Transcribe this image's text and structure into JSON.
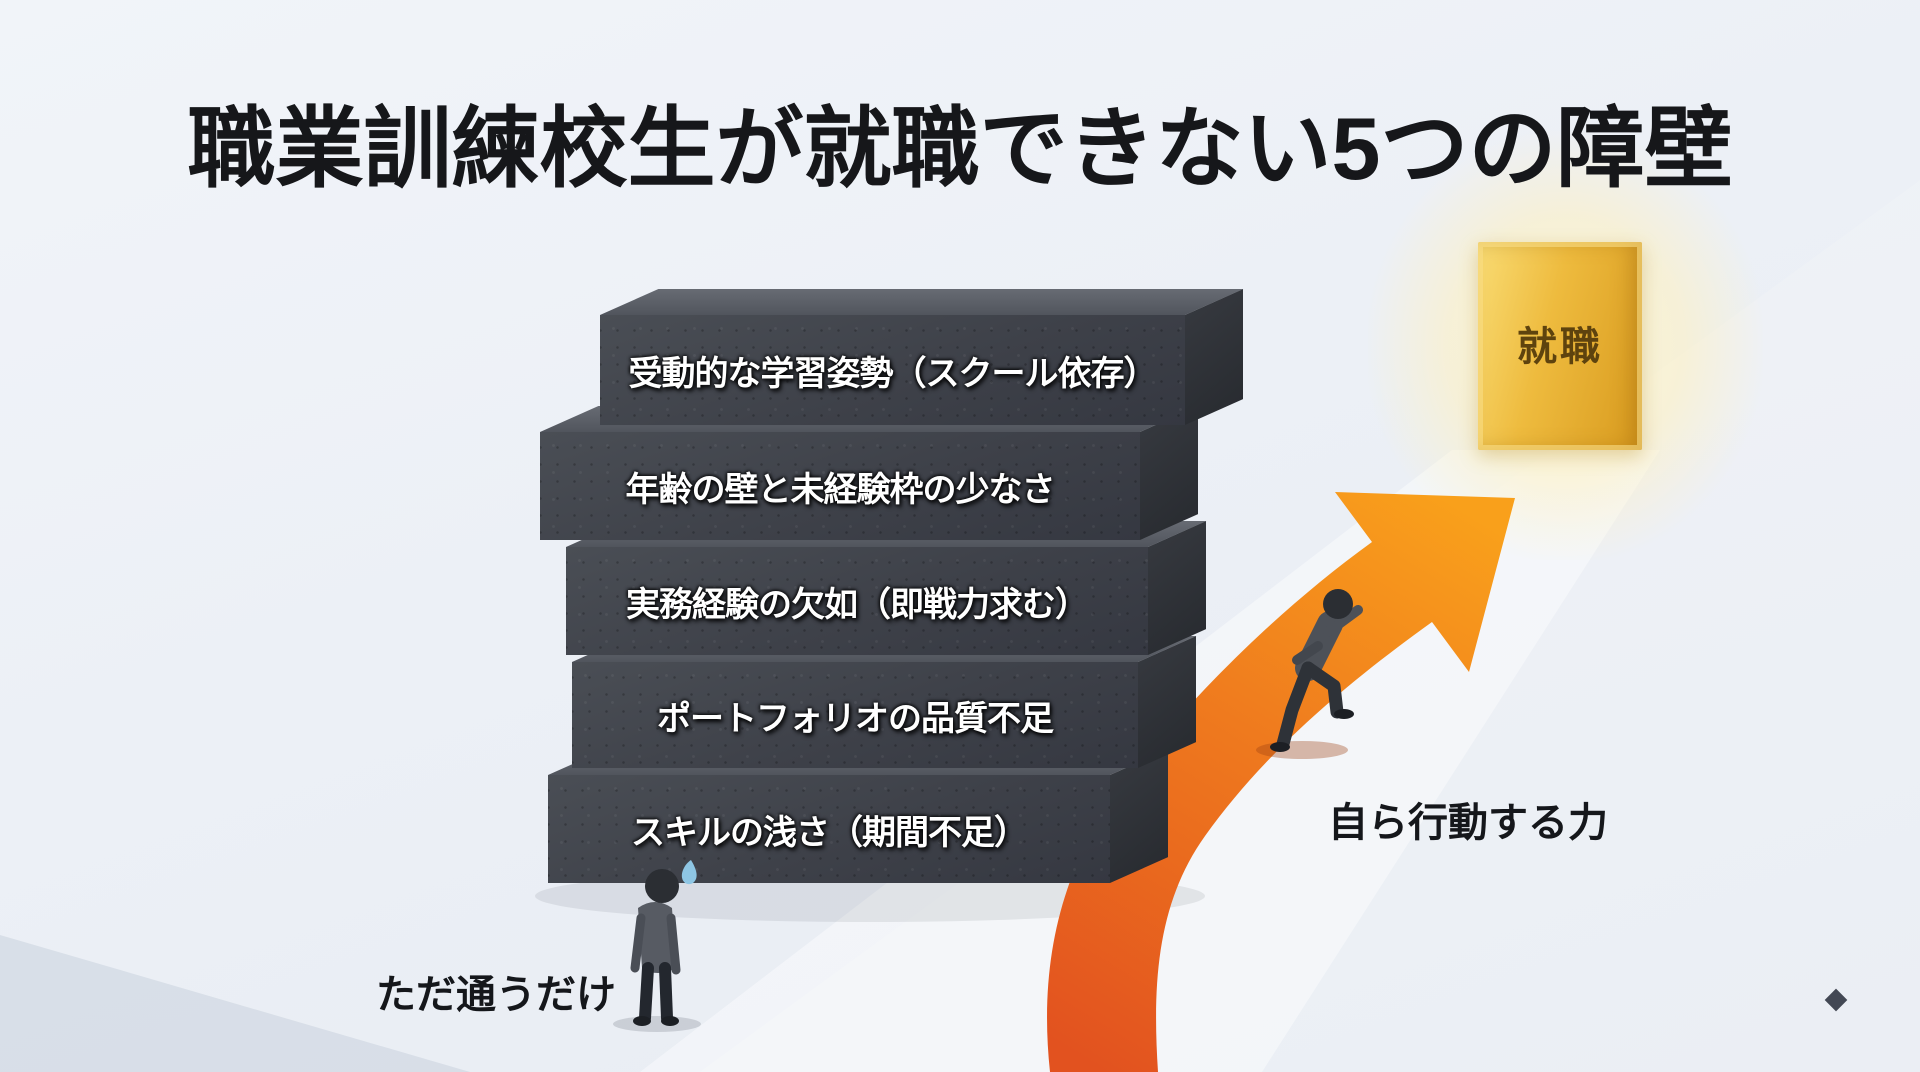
{
  "title": "職業訓練校生が就職できない5つの障壁",
  "barriers": [
    {
      "label": "受動的な学習姿勢（スクール依存）"
    },
    {
      "label": "年齢の壁と未経験枠の少なさ"
    },
    {
      "label": "実務経験の欠如（即戦力求む）"
    },
    {
      "label": "ポートフォリオの品質不足"
    },
    {
      "label": "スキルの浅さ（期間不足）"
    }
  ],
  "door": {
    "label": "就職"
  },
  "labels": {
    "passive": "ただ通うだけ",
    "active": "自ら行動する力"
  },
  "colors": {
    "background": "#eef1f6",
    "block_front": "#3e4149",
    "block_top": "#5a5e66",
    "arrow_bottom": "#e2521f",
    "arrow_top": "#f9a01b",
    "door_gold": "#eebb3e",
    "door_text": "#5e430e",
    "title_text": "#16171a"
  }
}
